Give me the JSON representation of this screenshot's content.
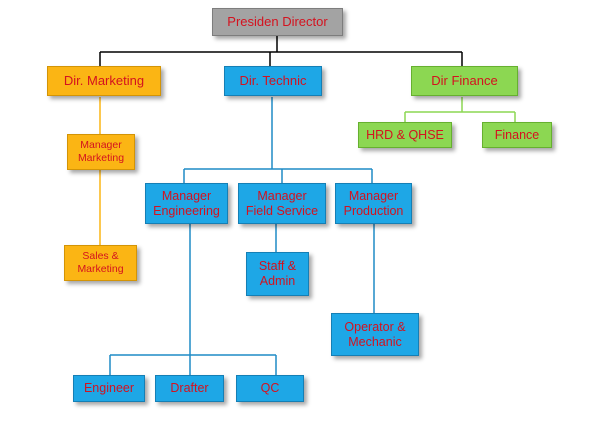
{
  "nodes": {
    "presiden_director": "Presiden Director",
    "dir_marketing": "Dir. Marketing",
    "dir_technic": "Dir. Technic",
    "dir_finance": "Dir Finance",
    "manager_marketing": "Manager\nMarketing",
    "hrd_qhse": "HRD & QHSE",
    "finance": "Finance",
    "manager_engineering": "Manager\nEngineering",
    "manager_field_service": "Manager\nField Service",
    "manager_production": "Manager\nProduction",
    "sales_marketing": "Sales &\nMarketing",
    "staff_admin": "Staff &\nAdmin",
    "operator_mechanic": "Operator &\nMechanic",
    "engineer": "Engineer",
    "drafter": "Drafter",
    "qc": "QC"
  },
  "colors": {
    "text": "#d4121f",
    "technic_blue": "#1ea7e6",
    "marketing_orange": "#fbb514",
    "finance_green": "#8cd752",
    "director_gray": "#a3a3a3"
  }
}
